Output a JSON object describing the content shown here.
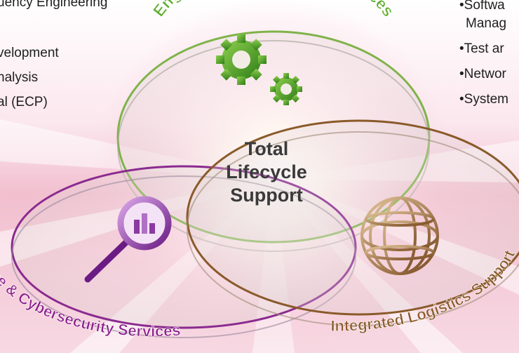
{
  "left_list": {
    "items": [
      "uency Engineering",
      "velopment",
      "nalysis",
      "al (ECP)"
    ]
  },
  "right_list": {
    "items": [
      "•Softwa",
      "Manag",
      "•Test ar",
      "•Networ",
      "•System"
    ]
  },
  "center": {
    "lines": [
      "Total",
      "Lifecycle",
      "Support"
    ]
  },
  "circles": {
    "engineering": {
      "label": "Engineering & Technical Services",
      "color": "#5fae2a",
      "icon": "gears-icon"
    },
    "intelligence": {
      "label": "Intelligence & Cybersecurity Services",
      "color": "#8a1f8c",
      "icon": "magnifier-icon"
    },
    "logistics": {
      "label": "Integrated Logistics Support",
      "color": "#8a5a2a",
      "icon": "globe-icon"
    }
  },
  "colors": {
    "background_top": "#fbeef2",
    "background_band": "#f3c7d3",
    "center_glow": "#ffffff"
  }
}
